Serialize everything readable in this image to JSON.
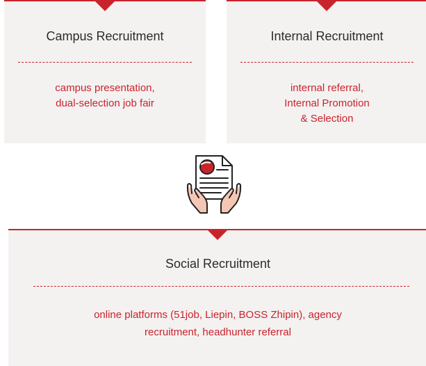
{
  "cards": {
    "campus": {
      "title": "Campus Recruitment",
      "lines": [
        "campus presentation,",
        "dual-selection job fair"
      ]
    },
    "internal": {
      "title": "Internal Recruitment",
      "lines": [
        "internal referral,",
        "Internal Promotion",
        "& Selection"
      ]
    },
    "social": {
      "title": "Social Recruitment",
      "lines": [
        "online platforms (51job, Liepin, BOSS Zhipin), agency",
        "recruitment, headhunter referral"
      ]
    }
  },
  "colors": {
    "accent": "#c8242c",
    "card_background": "#f4f1f1",
    "title_text": "#2b2b2b"
  },
  "icons": {
    "center": "document-in-hands-icon"
  }
}
